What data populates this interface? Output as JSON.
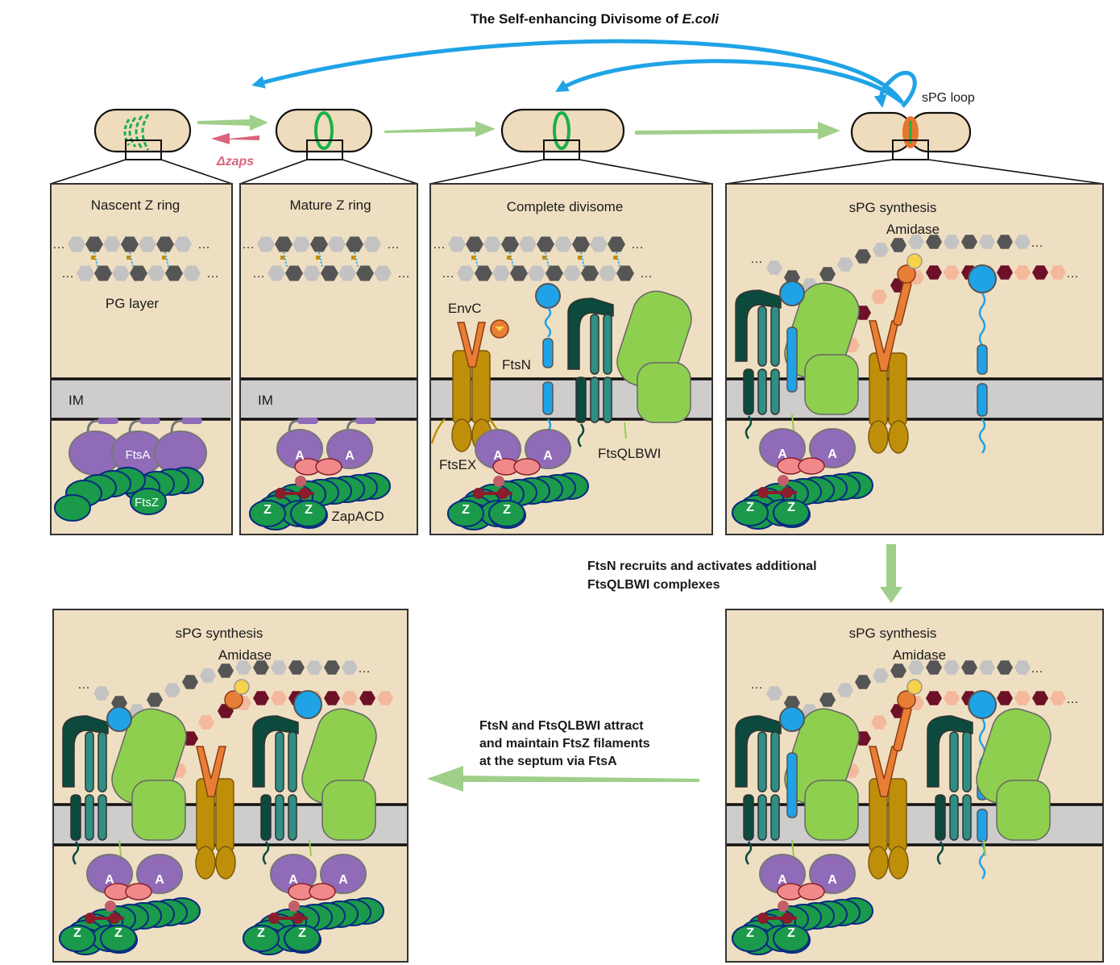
{
  "title": {
    "prefix": "The Self-enhancing Divisome of ",
    "species": "E.coli"
  },
  "top_labels": {
    "sPG_loop": "sPG loop",
    "delta_zaps": "Δzaps"
  },
  "panels": {
    "nascent": {
      "title": "Nascent Z ring",
      "pg_layer": "PG layer",
      "im": "IM",
      "ftsA": "FtsA",
      "ftsZ": "FtsZ"
    },
    "mature": {
      "title": "Mature Z ring",
      "im": "IM",
      "a1": "A",
      "a2": "A",
      "z1": "Z",
      "z2": "Z",
      "zapacd": "ZapACD"
    },
    "complete": {
      "title": "Complete divisome",
      "envc": "EnvC",
      "ftsn": "FtsN",
      "ftsex": "FtsEX",
      "ftsqlbwi": "FtsQLBWI",
      "a1": "A",
      "a2": "A",
      "z1": "Z",
      "z2": "Z"
    },
    "spg1": {
      "title": "sPG synthesis",
      "amidase": "Amidase",
      "a1": "A",
      "a2": "A",
      "z1": "Z",
      "z2": "Z"
    },
    "spg2": {
      "title": "sPG synthesis",
      "amidase": "Amidase",
      "a1": "A",
      "a2": "A",
      "z1": "Z",
      "z2": "Z"
    },
    "spg3": {
      "title": "sPG synthesis",
      "amidase": "Amidase",
      "a1": "A",
      "a2": "A",
      "a3": "A",
      "a4": "A",
      "z1": "Z",
      "z2": "Z",
      "z3": "Z",
      "z4": "Z"
    }
  },
  "notes": {
    "recruit_line1": "FtsN recruits and activates additional",
    "recruit_line2": "FtsQLBWI complexes",
    "attract_line1": "FtsN and FtsQLBWI attract",
    "attract_line2": "and maintain FtsZ filaments",
    "attract_line3": "at the septum via FtsA"
  },
  "colors": {
    "panel_bg": "#efdfc2",
    "cell_fill": "#efdcbc",
    "z_ring": "#1ab04a",
    "ftsz": "#1a9a4a",
    "ftsa": "#8f6bb8",
    "membrane": "#cfcccc",
    "ftsn": "#1fa3e6",
    "envc": "#e87e35",
    "ftsex": "#c08f0a",
    "ftsw_i": "#8fcf4f",
    "ftsqlb_dark": "#0b4a3c",
    "ftsqlb_mid": "#2f8f84",
    "arrow_green": "#9fcf8a",
    "arrow_blue": "#1fa3e6",
    "arrow_red": "#d9657a",
    "septum": "#e8742e",
    "zap_pink": "#f08a8a",
    "zap_dark": "#8b1d2c",
    "pg_dark": "#555555",
    "pg_light": "#c3c3c3",
    "spg_dark": "#6e1028",
    "spg_light": "#f4b89c"
  }
}
